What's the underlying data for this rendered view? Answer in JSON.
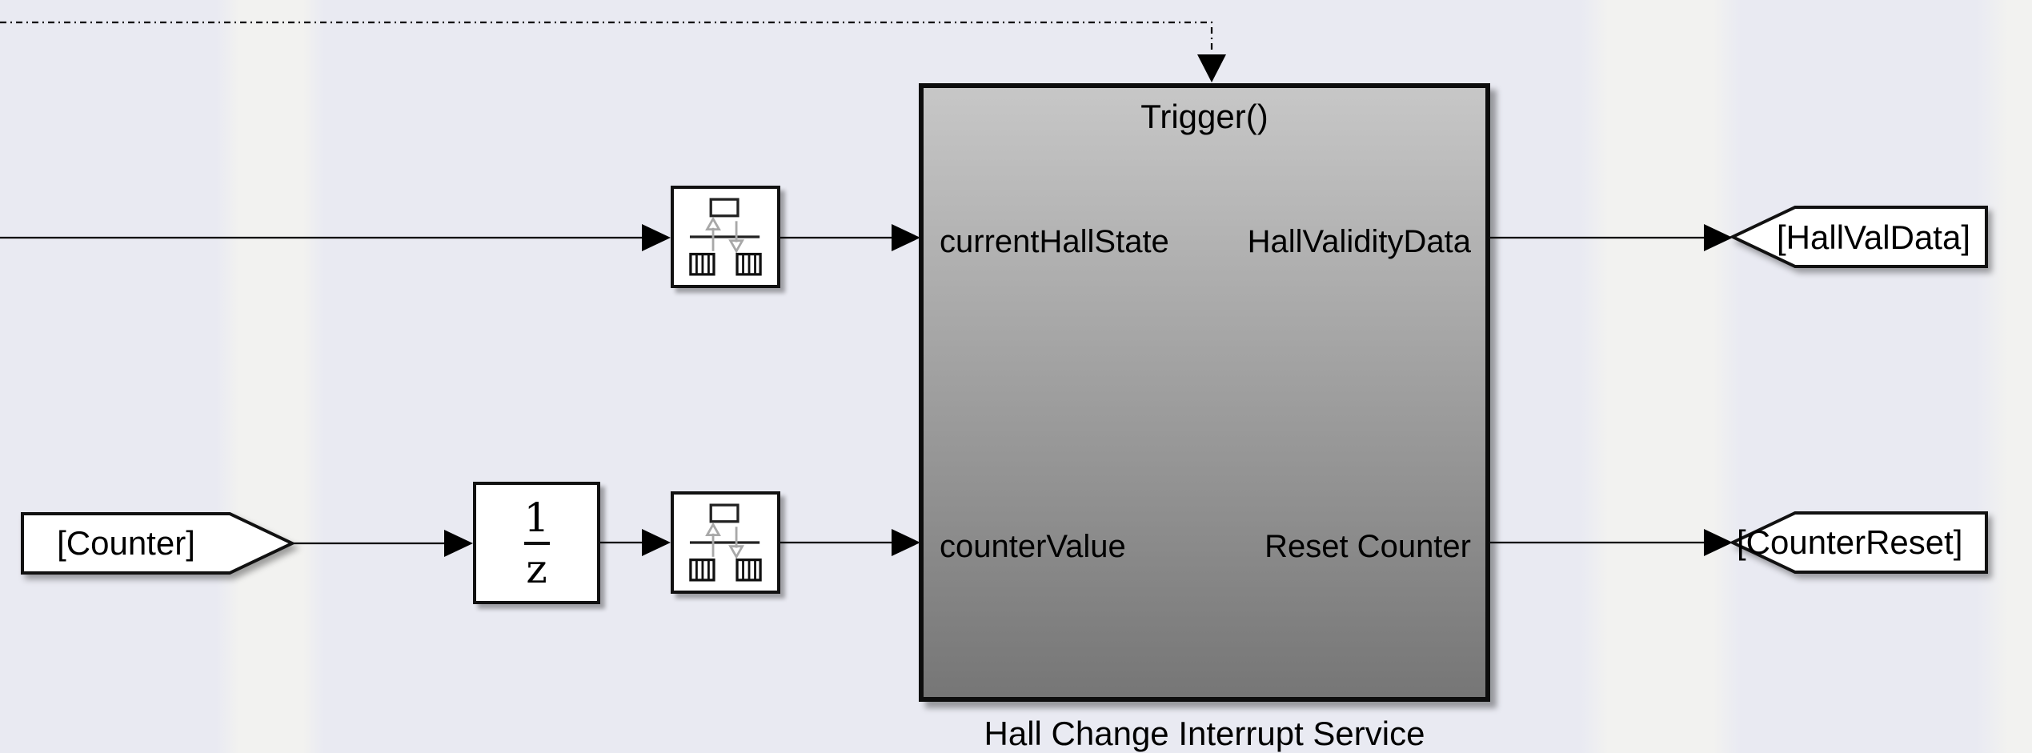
{
  "canvas": {
    "trigger_port_label": "Trigger()",
    "subsystem": {
      "title": "Hall Change Interrupt Service",
      "input_ports": [
        "currentHallState",
        "counterValue"
      ],
      "output_ports": [
        "HallValidityData",
        "Reset Counter"
      ]
    },
    "unit_delay": {
      "numerator": "1",
      "denominator": "z"
    },
    "from_tag": {
      "label": "[Counter]"
    },
    "goto_tags": [
      {
        "label": "[HallValData]"
      },
      {
        "label": "[CounterReset]"
      }
    ]
  },
  "colors": {
    "canvas_background": "#e9eaf2",
    "canvas_band": "#f2f2f0",
    "block_fill": "#ffffff",
    "block_border": "#111111",
    "subsystem_gradient_top": "#c7c7c7",
    "subsystem_gradient_bottom": "#767676",
    "wire": "#000000",
    "rate_transition_icon_gray": "#a8a8a8",
    "text": "#000000"
  }
}
